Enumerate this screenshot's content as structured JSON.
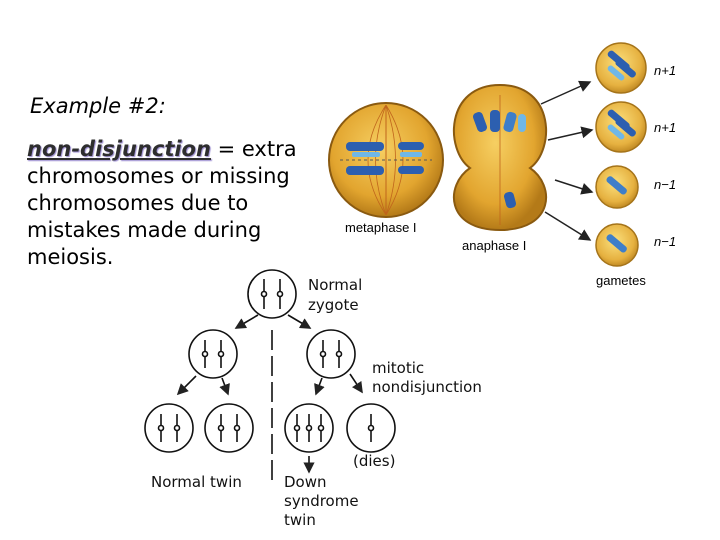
{
  "slide": {
    "example_title": "Example #2:",
    "term": "non-disjunction",
    "definition_rest": " = extra",
    "definition_lines": [
      "chromosomes or missing",
      "chromosomes due to",
      "mistakes made during",
      "meiosis."
    ]
  },
  "meiosis_figure": {
    "labels": {
      "metaphase": "metaphase I",
      "anaphase": "anaphase I",
      "gametes": "gametes"
    },
    "gamete_labels": [
      "n+1",
      "n+1",
      "n−1",
      "n−1"
    ]
  },
  "mitosis_figure": {
    "labels": {
      "normal_zygote_1": "Normal",
      "normal_zygote_2": "zygote",
      "mitotic_1": "mitotic",
      "mitotic_2": "nondisjunction",
      "dies": "(dies)",
      "normal_twin": "Normal twin",
      "down_1": "Down",
      "down_2": "syndrome",
      "down_3": "twin"
    }
  }
}
